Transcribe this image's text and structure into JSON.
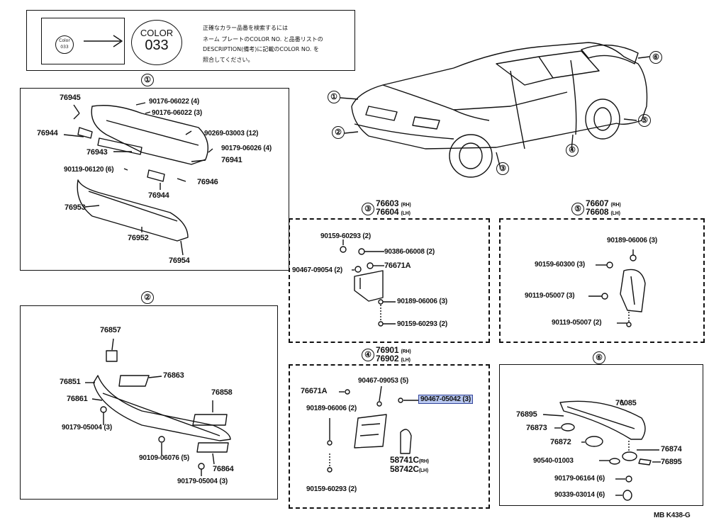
{
  "color_box": {
    "color_word": "COLOR",
    "color_code": "033",
    "jp_lines": [
      "正確なカラー品番を検索するには",
      "ネーム プレートのCOLOR NO. と品番リストの",
      "DESCRIPTION(備考)に記載のCOLOR NO. を",
      "照合してください。"
    ],
    "mini_text": [
      "Color",
      "033"
    ]
  },
  "group_markers": [
    "①",
    "②",
    "③",
    "④",
    "⑤",
    "⑥"
  ],
  "panel1": {
    "labels": [
      "76945",
      "90176-06022 (4)",
      "90176-06022 (3)",
      "76944",
      "90269-03003 (12)",
      "90179-06026 (4)",
      "76943",
      "76941",
      "90119-06120 (6)",
      "76944",
      "76946",
      "76953",
      "76952",
      "76954"
    ]
  },
  "panel2": {
    "labels": [
      "76857",
      "76863",
      "76851",
      "76858",
      "76861",
      "90179-05004 (3)",
      "90109-06076 (5)",
      "76864",
      "90179-05004 (3)"
    ]
  },
  "panel3": {
    "title_rh": "76603",
    "title_rh_side": "(RH)",
    "title_lh": "76604",
    "title_lh_side": "(LH)",
    "labels": [
      "90159-60293 (2)",
      "90386-06008 (2)",
      "90467-09054 (2)",
      "76671A",
      "90189-06006 (3)",
      "90159-60293 (2)"
    ]
  },
  "panel4": {
    "title_rh": "76901",
    "title_rh_side": "(RH)",
    "title_lh": "76902",
    "title_lh_side": "(LH)",
    "labels": [
      "90467-09053 (5)",
      "76671A",
      "90189-06006 (2)",
      "90159-60293 (2)"
    ],
    "highlighted": "90467-05042 (3)",
    "part_rh": "58741C",
    "part_rh_side": "(RH)",
    "part_lh": "58742C",
    "part_lh_side": "(LH)"
  },
  "panel5": {
    "title_rh": "76607",
    "title_rh_side": "(RH)",
    "title_lh": "76608",
    "title_lh_side": "(LH)",
    "labels": [
      "90189-06006 (3)",
      "90159-60300 (3)",
      "90119-05007 (3)",
      "90119-05007 (2)"
    ]
  },
  "panel6": {
    "labels": [
      "76085",
      "76895",
      "76873",
      "76872",
      "76874",
      "90540-01003",
      "76895",
      "90179-06164 (6)",
      "90339-03014 (6)"
    ]
  },
  "footer_code": "MB  K438-G",
  "colors": {
    "highlight": "#b8c7ef",
    "ink": "#111111"
  }
}
